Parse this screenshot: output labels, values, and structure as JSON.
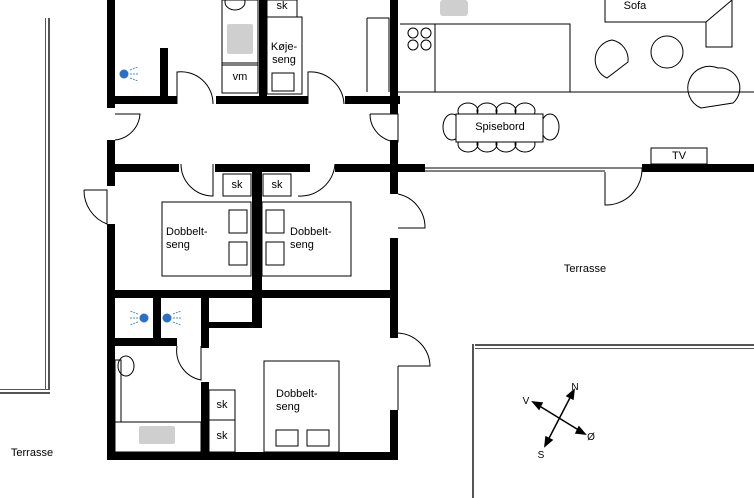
{
  "rooms": {
    "koje_seng": [
      "Køje-",
      "seng"
    ],
    "dobbelt_seng_left": [
      "Dobbelt-",
      "seng"
    ],
    "dobbelt_seng_right": [
      "Dobbelt-",
      "seng"
    ],
    "dobbelt_seng_bottom": [
      "Dobbelt-",
      "seng"
    ]
  },
  "labels": {
    "sofa": "Sofa",
    "spisebord": "Spisebord",
    "tv": "TV",
    "vm": "vm",
    "sk": "sk",
    "terrasse": "Terrasse"
  },
  "compass": {
    "n": "N",
    "s": "S",
    "v": "V",
    "o": "Ø"
  },
  "colors": {
    "wall": "#000000",
    "accent_blue": "#2b6fc7",
    "fixture_grey": "#cfcfcf"
  }
}
